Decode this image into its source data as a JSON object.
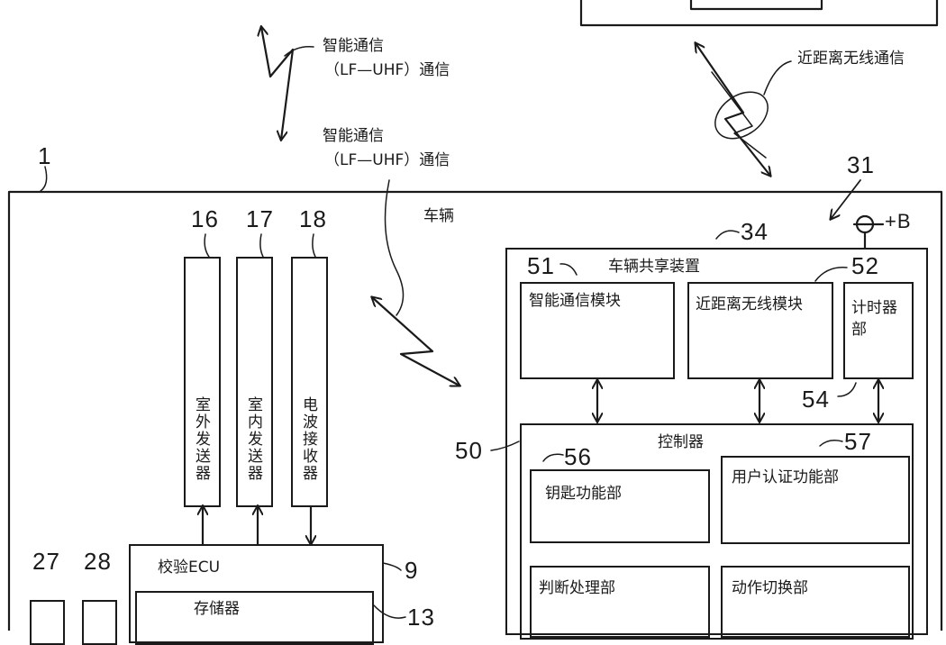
{
  "labels": {
    "smart_comm_top": "智能通信",
    "lf_uhf_top": "（LF—UHF）通信",
    "smart_comm_mid": "智能通信",
    "lf_uhf_mid": "（LF—UHF）通信",
    "short_range_comm": "近距离无线通信",
    "vehicle": "车辆",
    "vehicle_sharing_device": "车辆共享装置",
    "smart_comm_module": "智能通信模块",
    "short_range_module": "近距离无线模块",
    "timer_unit": "计时器部",
    "controller": "控制器",
    "key_function": "钥匙功能部",
    "user_auth": "用户认证功能部",
    "judgment": "判断处理部",
    "action_switch": "动作切换部",
    "outdoor_transmitter": "室外发送器",
    "indoor_transmitter": "室内发送器",
    "radio_receiver": "电波接收器",
    "check_ecu": "校验ECU",
    "memory": "存储器",
    "plus_b": "+B"
  },
  "refs": {
    "r1": "1",
    "r16": "16",
    "r17": "17",
    "r18": "18",
    "r27": "27",
    "r28": "28",
    "r31": "31",
    "r34": "34",
    "r51": "51",
    "r52": "52",
    "r54": "54",
    "r50": "50",
    "r56": "56",
    "r57": "57",
    "r9": "9",
    "r13": "13"
  }
}
